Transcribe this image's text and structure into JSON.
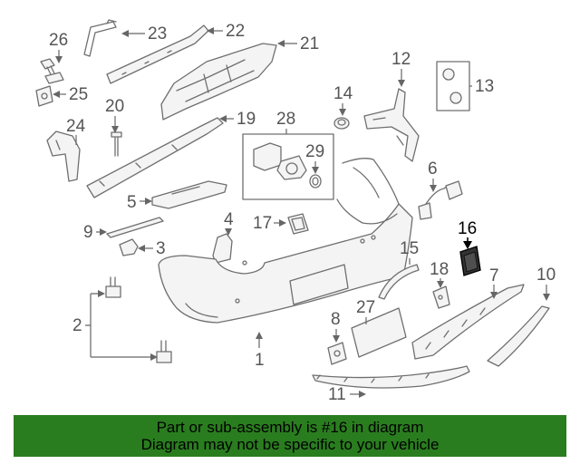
{
  "diagram": {
    "highlighted_part": "16",
    "callouts": [
      {
        "id": "c26",
        "label": "26"
      },
      {
        "id": "c23",
        "label": "23"
      },
      {
        "id": "c22",
        "label": "22"
      },
      {
        "id": "c21",
        "label": "21"
      },
      {
        "id": "c25",
        "label": "25"
      },
      {
        "id": "c24",
        "label": "24"
      },
      {
        "id": "c20",
        "label": "20"
      },
      {
        "id": "c19",
        "label": "19"
      },
      {
        "id": "c28",
        "label": "28"
      },
      {
        "id": "c29",
        "label": "29"
      },
      {
        "id": "c14",
        "label": "14"
      },
      {
        "id": "c12",
        "label": "12"
      },
      {
        "id": "c13",
        "label": "13"
      },
      {
        "id": "c6",
        "label": "6"
      },
      {
        "id": "c5",
        "label": "5"
      },
      {
        "id": "c4",
        "label": "4"
      },
      {
        "id": "c17",
        "label": "17"
      },
      {
        "id": "c16",
        "label": "16"
      },
      {
        "id": "c9",
        "label": "9"
      },
      {
        "id": "c3",
        "label": "3"
      },
      {
        "id": "c15",
        "label": "15"
      },
      {
        "id": "c18",
        "label": "18"
      },
      {
        "id": "c7",
        "label": "7"
      },
      {
        "id": "c10",
        "label": "10"
      },
      {
        "id": "c2",
        "label": "2"
      },
      {
        "id": "c27",
        "label": "27"
      },
      {
        "id": "c8",
        "label": "8"
      },
      {
        "id": "c1",
        "label": "1"
      },
      {
        "id": "c11",
        "label": "11"
      }
    ]
  },
  "banner": {
    "line1": "Part or sub-assembly is #16 in diagram",
    "line2": "Diagram may not be specific to your vehicle",
    "color": "#2a7d1f"
  }
}
